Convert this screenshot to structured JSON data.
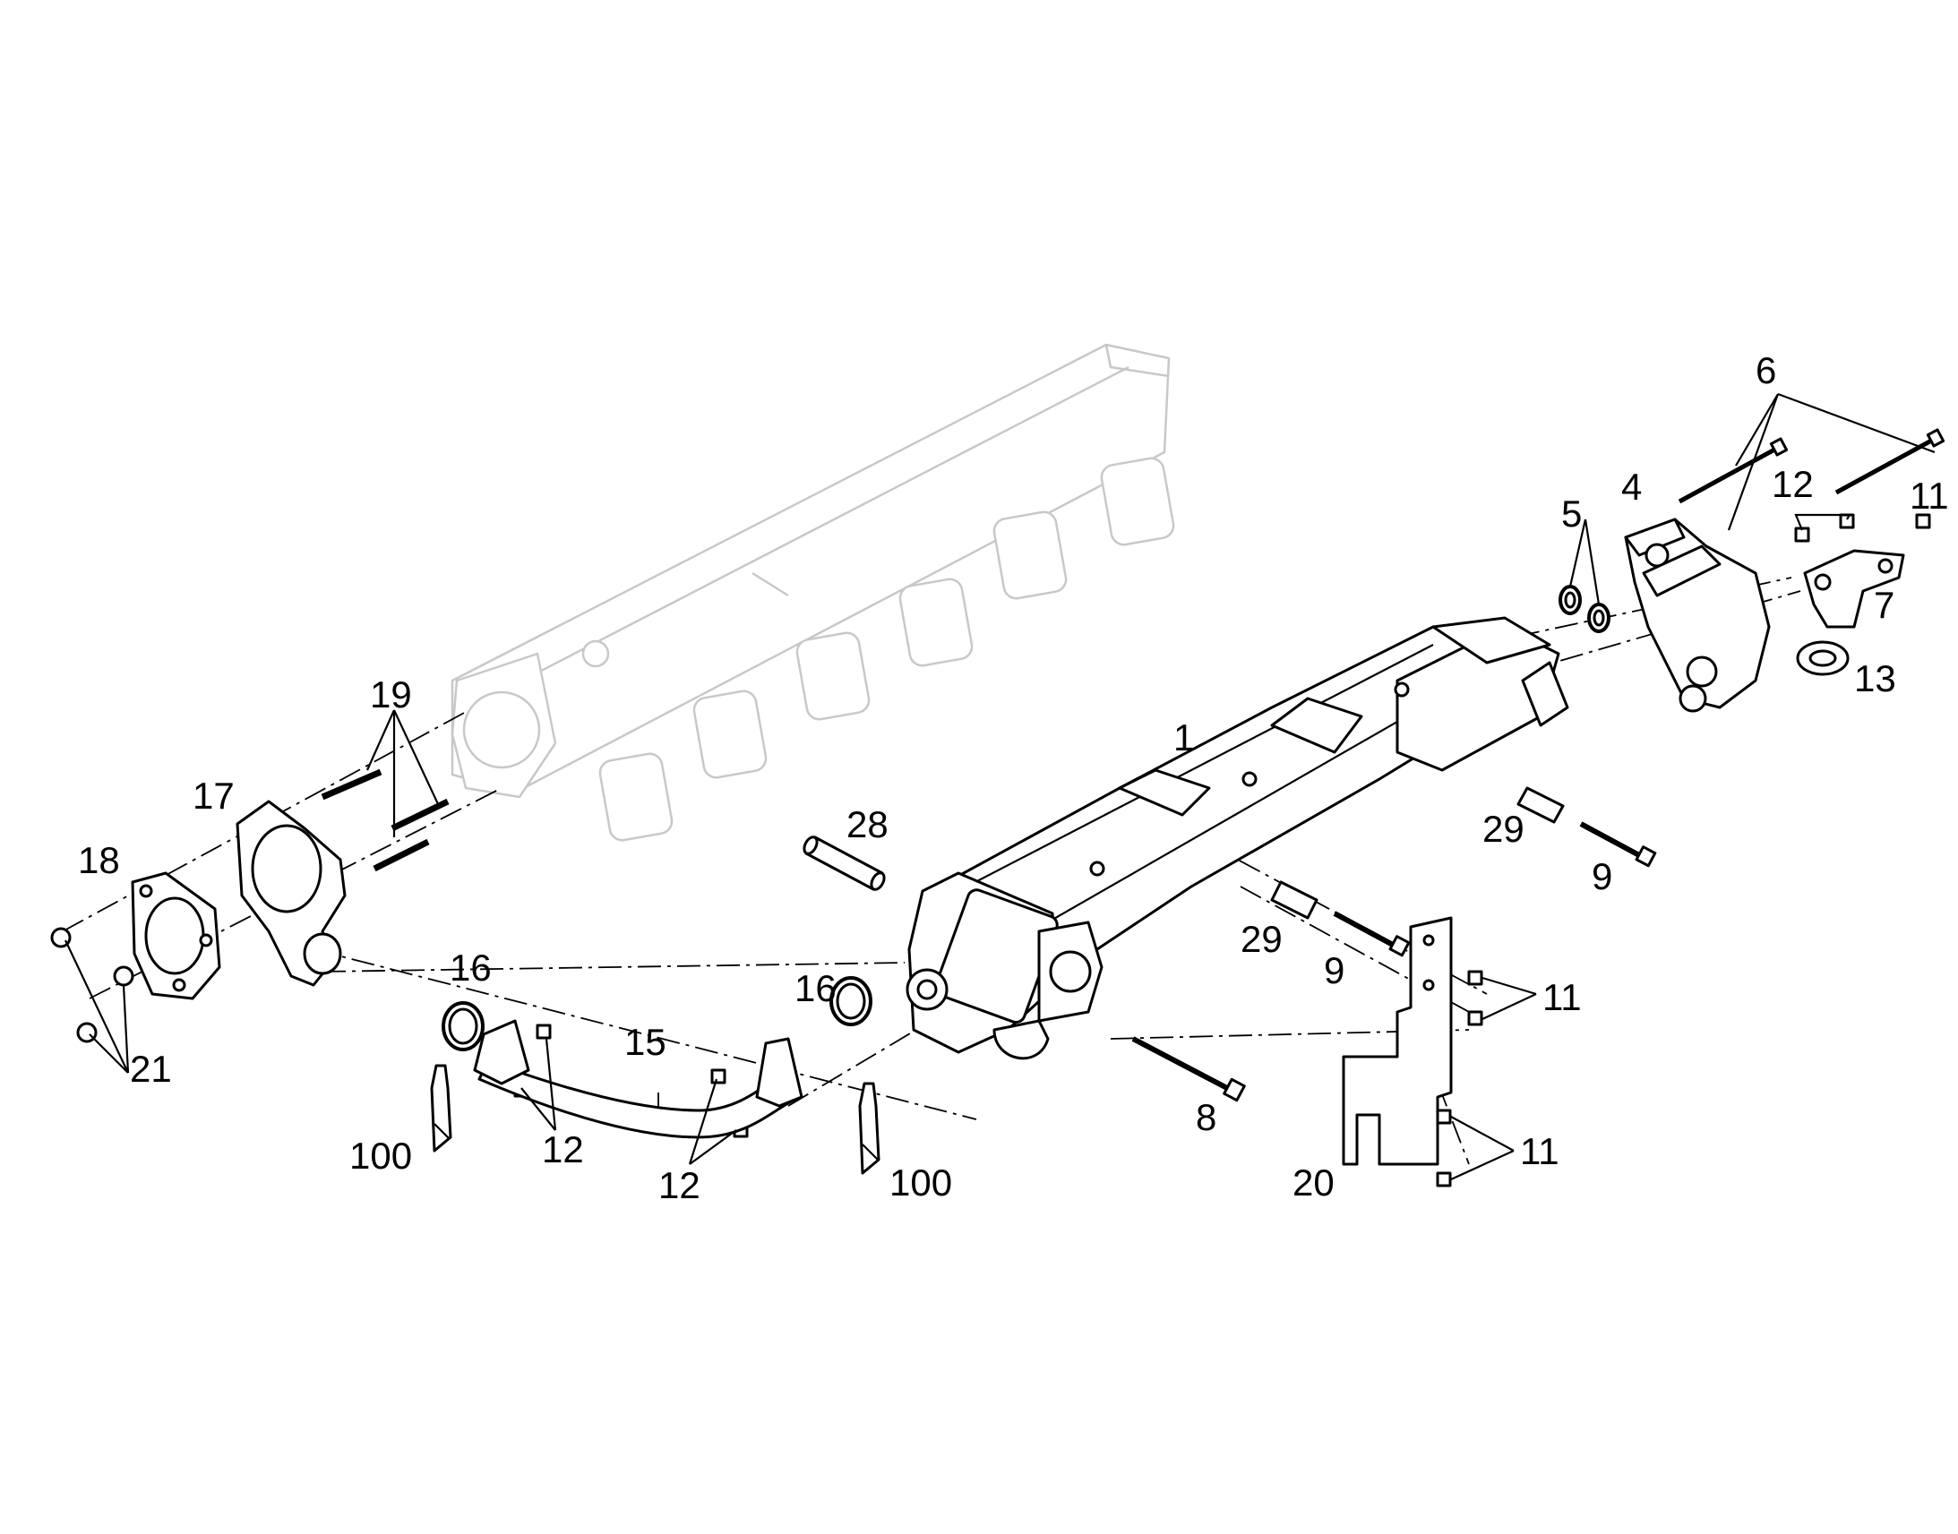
{
  "callouts": {
    "c1": "1",
    "c4": "4",
    "c5": "5",
    "c6": "6",
    "c7": "7",
    "c8": "8",
    "c9a": "9",
    "c9b": "9",
    "c11a": "11",
    "c11b": "11",
    "c11c": "11",
    "c12a": "12",
    "c12b": "12",
    "c12c": "12",
    "c13": "13",
    "c15": "15",
    "c16a": "16",
    "c16b": "16",
    "c17": "17",
    "c18": "18",
    "c19": "19",
    "c20": "20",
    "c21": "21",
    "c28": "28",
    "c29a": "29",
    "c29b": "29",
    "c100a": "100",
    "c100b": "100"
  }
}
